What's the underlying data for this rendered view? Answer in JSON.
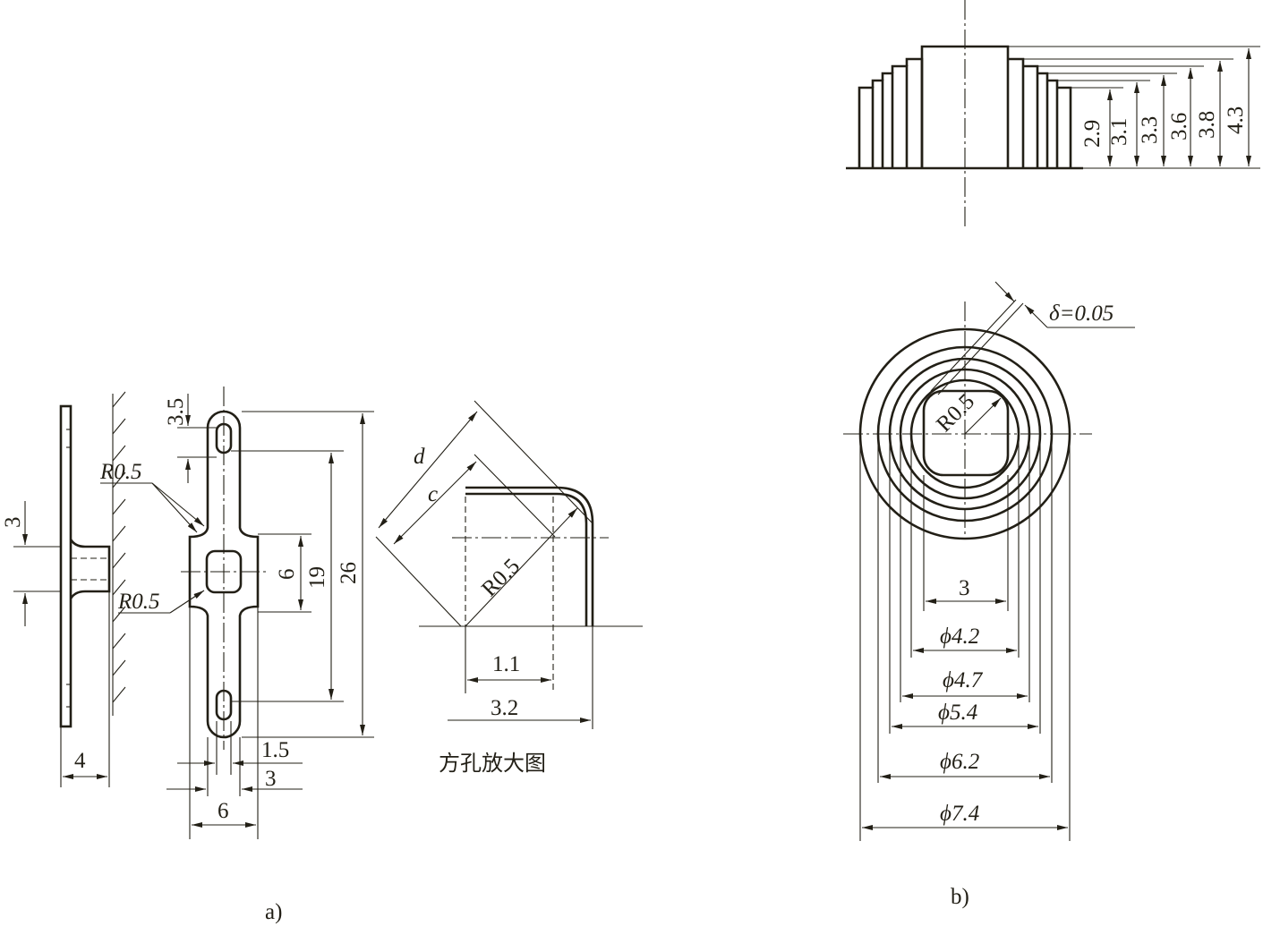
{
  "figure_a": {
    "caption": "a)",
    "side_view_width": "4",
    "boss_height": "3",
    "radius_upper": "R0.5",
    "radius_lower": "R0.5",
    "slot_offset": "3.5",
    "square_hole_dim": "6",
    "slot_spacing": "19",
    "overall_length": "26",
    "slot_width": "1.5",
    "arm_width": "3",
    "body_width": "6",
    "detail": {
      "label_d": "d",
      "label_c": "c",
      "radius": "R0.5",
      "dim_inner": "1.1",
      "dim_outer": "3.2",
      "title": "方孔放大图"
    }
  },
  "figure_b": {
    "caption": "b)",
    "heights": [
      "2.9",
      "3.1",
      "3.3",
      "3.6",
      "3.8",
      "4.3"
    ],
    "thickness": "δ=0.05",
    "corner_radius": "R0.5",
    "hole_width": "3",
    "diameters": [
      "ϕ4.2",
      "ϕ4.7",
      "ϕ5.4",
      "ϕ6.2",
      "ϕ7.4"
    ]
  }
}
